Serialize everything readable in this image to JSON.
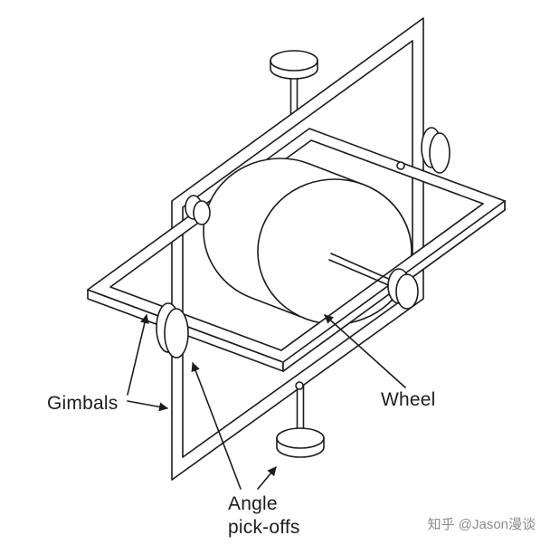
{
  "page": {
    "background": "#ffffff"
  },
  "diagram": {
    "stroke_color": "#1c1c1c",
    "labels": {
      "gimbals": "Gimbals",
      "wheel": "Wheel",
      "angle_line1": "Angle",
      "angle_line2": "pick-offs"
    }
  },
  "watermark": {
    "text": "知乎 @Jason漫谈",
    "color": "#8c8c8c"
  }
}
